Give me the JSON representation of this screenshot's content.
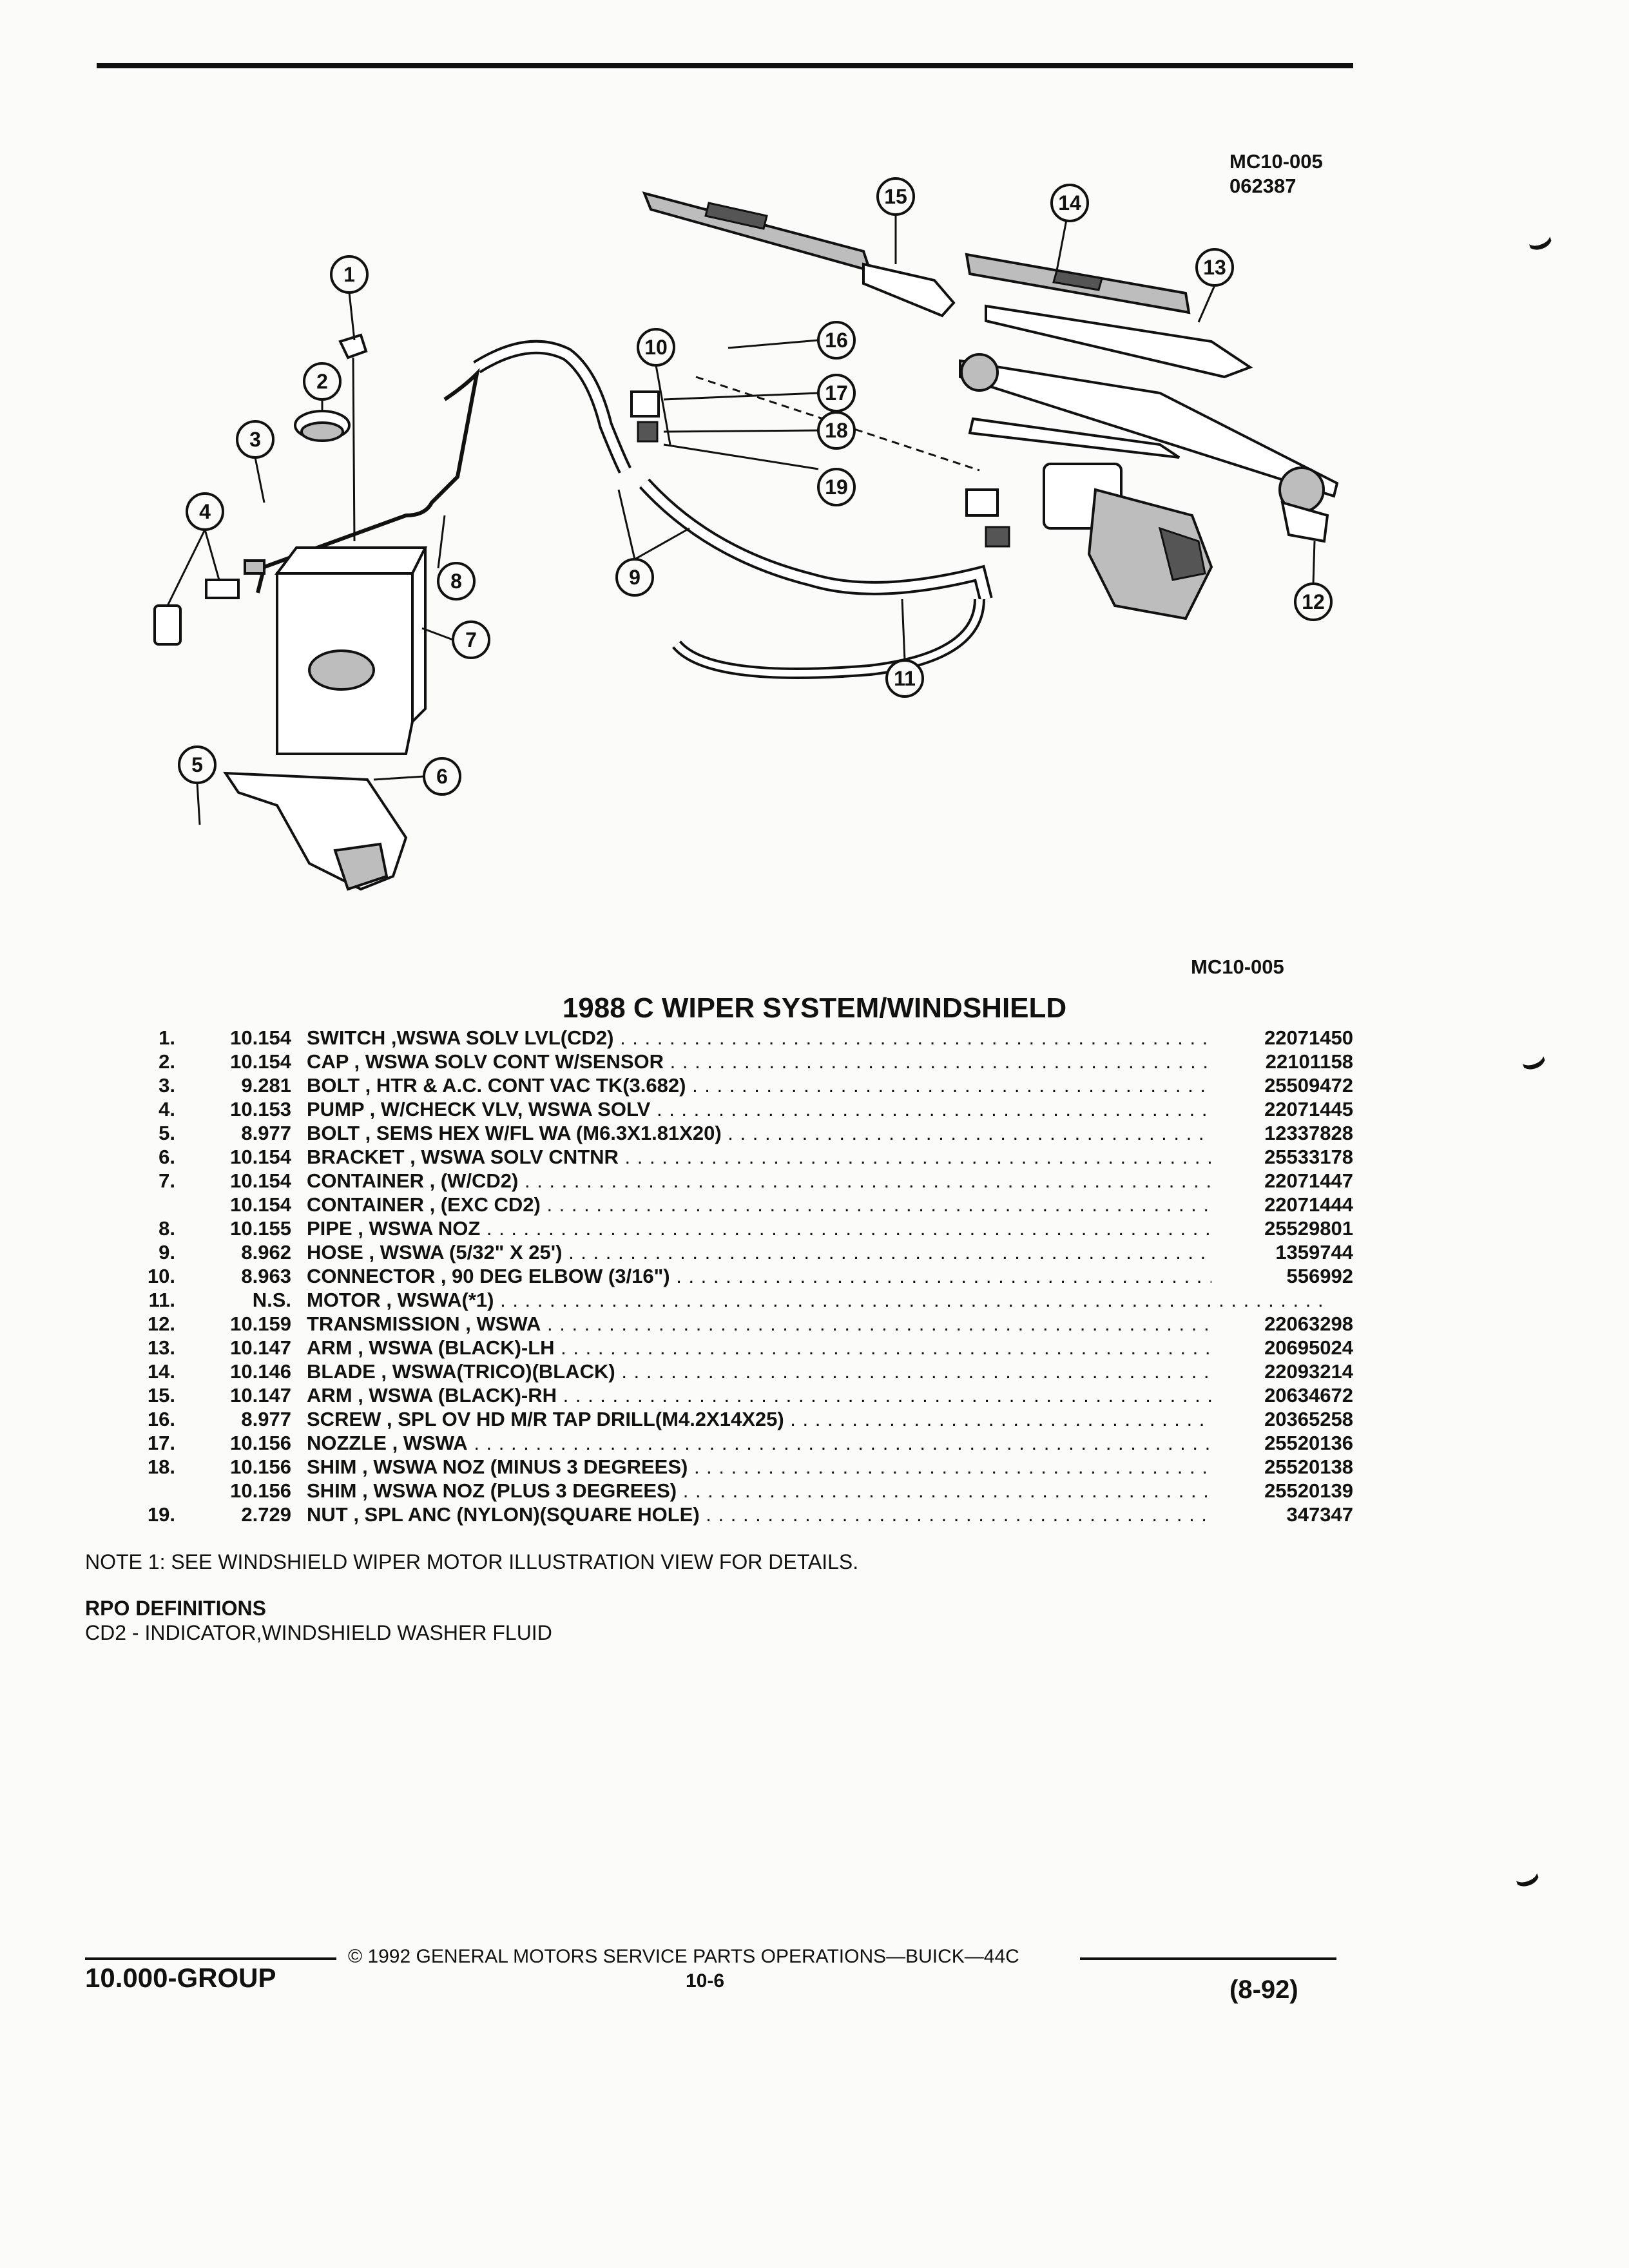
{
  "header": {
    "ref_code": "MC10-005",
    "ref_date": "062387"
  },
  "figure": {
    "caption_ref": "MC10-005",
    "callouts": [
      "1",
      "2",
      "3",
      "4",
      "5",
      "6",
      "7",
      "8",
      "9",
      "10",
      "11",
      "12",
      "13",
      "14",
      "15",
      "16",
      "17",
      "18",
      "19"
    ]
  },
  "section_title": "1988 C WIPER SYSTEM/WINDSHIELD",
  "parts": [
    {
      "no": "1.",
      "group": "10.154",
      "desc": "SWITCH ,WSWA SOLV LVL(CD2)",
      "part": "22071450"
    },
    {
      "no": "2.",
      "group": "10.154",
      "desc": "CAP , WSWA SOLV CONT W/SENSOR",
      "part": "22101158"
    },
    {
      "no": "3.",
      "group": "9.281",
      "desc": "BOLT , HTR & A.C. CONT VAC TK(3.682)",
      "part": "25509472"
    },
    {
      "no": "4.",
      "group": "10.153",
      "desc": "PUMP , W/CHECK VLV, WSWA SOLV",
      "part": "22071445"
    },
    {
      "no": "5.",
      "group": "8.977",
      "desc": "BOLT , SEMS HEX W/FL WA (M6.3X1.81X20)",
      "part": "12337828"
    },
    {
      "no": "6.",
      "group": "10.154",
      "desc": "BRACKET , WSWA SOLV CNTNR",
      "part": "25533178"
    },
    {
      "no": "7.",
      "group": "10.154",
      "desc": "CONTAINER , (W/CD2)",
      "part": "22071447"
    },
    {
      "no": "",
      "group": "10.154",
      "desc": "CONTAINER , (EXC CD2)",
      "part": "22071444"
    },
    {
      "no": "8.",
      "group": "10.155",
      "desc": "PIPE , WSWA NOZ",
      "part": "25529801"
    },
    {
      "no": "9.",
      "group": "8.962",
      "desc": "HOSE , WSWA (5/32\" X 25')",
      "part": "1359744"
    },
    {
      "no": "10.",
      "group": "8.963",
      "desc": "CONNECTOR , 90 DEG ELBOW (3/16\")",
      "part": "556992"
    },
    {
      "no": "11.",
      "group": "N.S.",
      "desc": "MOTOR , WSWA(*1)",
      "part": ""
    },
    {
      "no": "12.",
      "group": "10.159",
      "desc": "TRANSMISSION , WSWA",
      "part": "22063298"
    },
    {
      "no": "13.",
      "group": "10.147",
      "desc": "ARM , WSWA (BLACK)-LH",
      "part": "20695024"
    },
    {
      "no": "14.",
      "group": "10.146",
      "desc": "BLADE , WSWA(TRICO)(BLACK)",
      "part": "22093214"
    },
    {
      "no": "15.",
      "group": "10.147",
      "desc": "ARM , WSWA (BLACK)-RH",
      "part": "20634672"
    },
    {
      "no": "16.",
      "group": "8.977",
      "desc": "SCREW , SPL OV HD M/R TAP DRILL(M4.2X14X25)",
      "part": "20365258"
    },
    {
      "no": "17.",
      "group": "10.156",
      "desc": "NOZZLE , WSWA",
      "part": "25520136"
    },
    {
      "no": "18.",
      "group": "10.156",
      "desc": "SHIM , WSWA NOZ (MINUS 3 DEGREES)",
      "part": "25520138"
    },
    {
      "no": "",
      "group": "10.156",
      "desc": "SHIM , WSWA NOZ (PLUS 3 DEGREES)",
      "part": "25520139"
    },
    {
      "no": "19.",
      "group": "2.729",
      "desc": "NUT , SPL ANC (NYLON)(SQUARE HOLE)",
      "part": "347347"
    }
  ],
  "note": "NOTE  1:  SEE WINDSHIELD WIPER MOTOR ILLUSTRATION VIEW FOR DETAILS.",
  "rpo": {
    "heading": "RPO DEFINITIONS",
    "definition": "CD2 - INDICATOR,WINDSHIELD WASHER FLUID"
  },
  "footer": {
    "group": "10.000-GROUP",
    "copyright": "©  1992  GENERAL MOTORS SERVICE PARTS OPERATIONS—BUICK—44C",
    "page": "10-6",
    "date": "(8-92)"
  }
}
